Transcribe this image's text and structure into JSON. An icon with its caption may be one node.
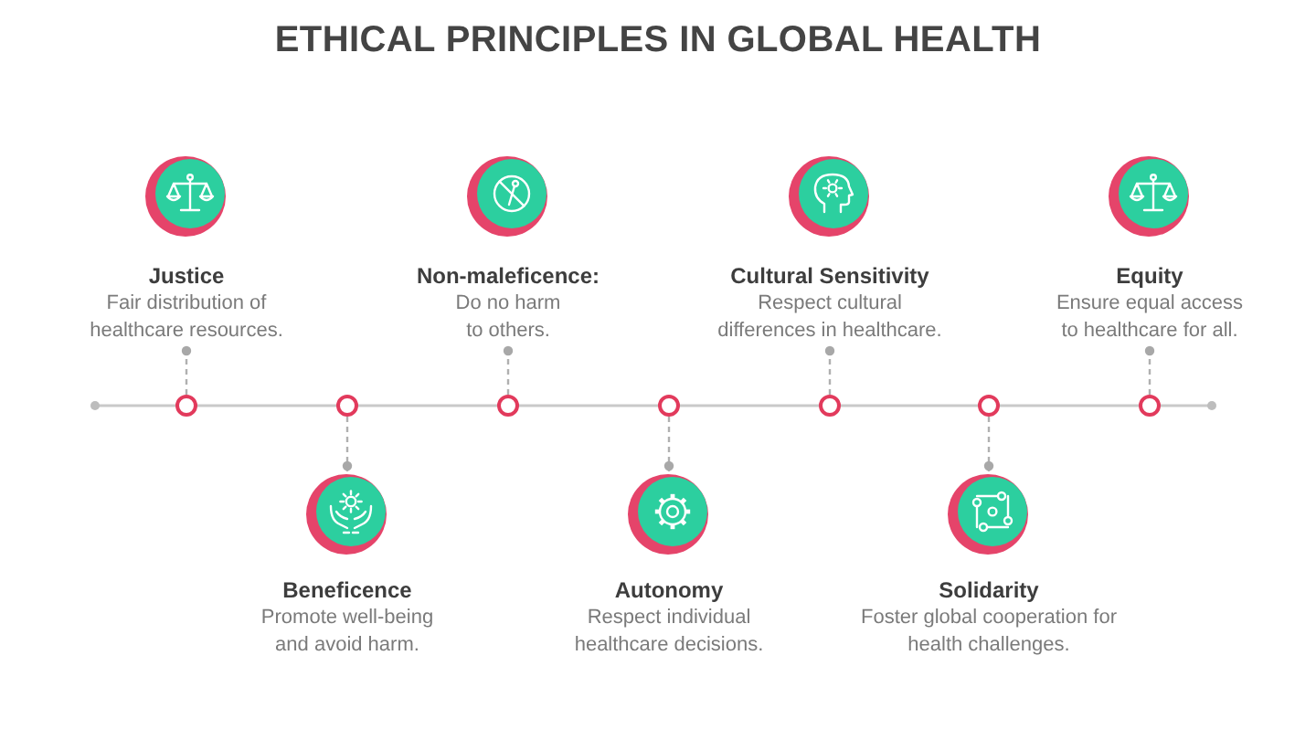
{
  "diagram": {
    "title": "ETHICAL PRINCIPLES IN GLOBAL HEALTH",
    "nodes": [
      {
        "text": [
          "Justice",
          "Fair distribution of healthcare resources."
        ]
      },
      {
        "text": [
          "Beneficence",
          "Promote well-being and avoid harm."
        ]
      },
      {
        "text": [
          "Non-maleficence:",
          "Do no harm to others."
        ]
      },
      {
        "text": [
          "Autonomy",
          "Respect individual healthcare decisions."
        ]
      },
      {
        "text": [
          "Cultural Sensitivity",
          "Respect cultural differences in healthcare."
        ]
      },
      {
        "text": [
          "Solidarity",
          "Foster global cooperation for health challenges."
        ]
      },
      {
        "text": [
          "Equity",
          "Ensure equal access to healthcare for all."
        ]
      },
      {
        "text": [],
        "shape": "circle"
      },
      {
        "text": [],
        "shape": "circle"
      },
      {
        "text": [],
        "shape": "circle"
      },
      {
        "text": [],
        "shape": "circle"
      },
      {
        "text": [],
        "shape": "circle"
      },
      {
        "text": [],
        "shape": "circle"
      },
      {
        "text": [],
        "shape": "circle"
      }
    ],
    "edges": [
      {
        "from": 7,
        "to": 0,
        "arrow": "other",
        "style": "dashed"
      },
      {
        "from": 8,
        "to": 1,
        "arrow": "other",
        "style": "dashed"
      },
      {
        "from": 9,
        "to": 2,
        "arrow": "other",
        "style": "dashed"
      },
      {
        "from": 10,
        "to": 3,
        "arrow": "other",
        "style": "dashed"
      },
      {
        "from": 11,
        "to": 4,
        "arrow": "other",
        "style": "dashed"
      },
      {
        "from": 12,
        "to": 5,
        "arrow": "other",
        "style": "dashed"
      },
      {
        "from": 13,
        "to": 6,
        "arrow": "other",
        "style": "dashed"
      }
    ]
  }
}
